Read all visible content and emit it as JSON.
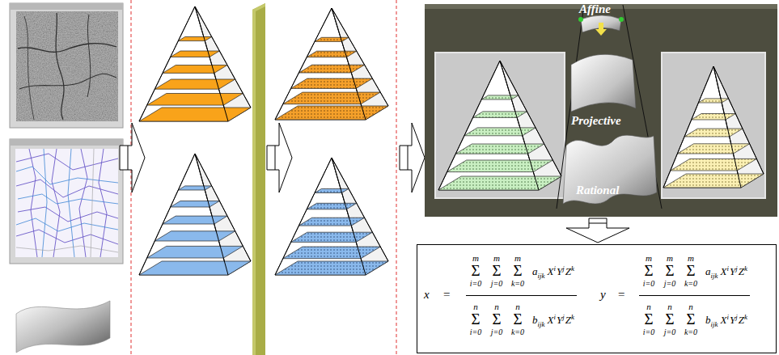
{
  "diagram": {
    "nodes": [
      {
        "text": [
          "x",
          "=",
          "m",
          "Σ",
          "i=0",
          "m",
          "Σ",
          "j=0",
          "m",
          "Σ",
          "k=0",
          "a",
          "ijk",
          "X",
          "i",
          "Y",
          "j",
          "Z",
          "k",
          "n",
          "Σ",
          "i=0",
          "n",
          "Σ",
          "j=0",
          "n",
          "Σ",
          "k=0",
          "b",
          "ijk",
          "X",
          "i",
          "Y",
          "j",
          "Z",
          "k",
          "y",
          "=",
          "m",
          "Σ",
          "i=0",
          "m",
          "Σ",
          "j=0",
          "m",
          "Σ",
          "k=0",
          "a",
          "ijk",
          "X",
          "i",
          "Y",
          "j",
          "Z",
          "k",
          "n",
          "Σ",
          "i=0",
          "n",
          "Σ",
          "j=0",
          "n",
          "Σ",
          "k=0",
          "b",
          "ijk",
          "X",
          "i",
          "Y",
          "j",
          "Z",
          "k"
        ]
      }
    ],
    "labels": [
      "Affine",
      "Projective",
      "Rational"
    ]
  }
}
